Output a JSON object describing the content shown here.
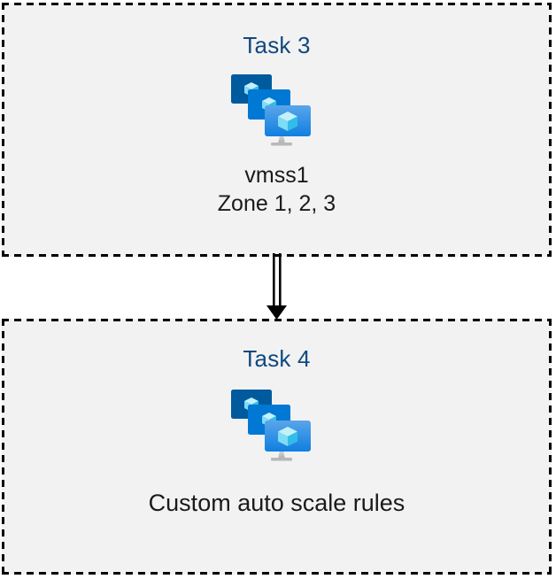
{
  "diagram": {
    "background_color": "#ffffff",
    "panel_fill": "#f2f2f2",
    "panel_border_color": "#000000",
    "title_color": "#10497e",
    "caption_color": "#1a1a1a",
    "panels": [
      {
        "id": "task3",
        "title": "Task 3",
        "icon": "vm-scale-set-icon",
        "captions": [
          "vmss1",
          "Zone 1, 2, 3"
        ]
      },
      {
        "id": "task4",
        "title": "Task 4",
        "icon": "vm-scale-set-icon",
        "captions": [
          "Custom auto scale rules"
        ]
      }
    ],
    "connector": {
      "name": "double-line-arrow",
      "direction": "down",
      "from": "Task 3",
      "to": "Task 4",
      "color": "#000000"
    }
  },
  "icon_colors": {
    "monitor_back": "#005a9e",
    "monitor_middle": "#0078d4",
    "monitor_front_top": "#50a0e8",
    "monitor_front_bottom": "#0f7fe0",
    "cube_light": "#c3f1fb",
    "cube_mid": "#7fdcf5",
    "cube_dark": "#32bde8",
    "stand": "#b3b3b3"
  }
}
